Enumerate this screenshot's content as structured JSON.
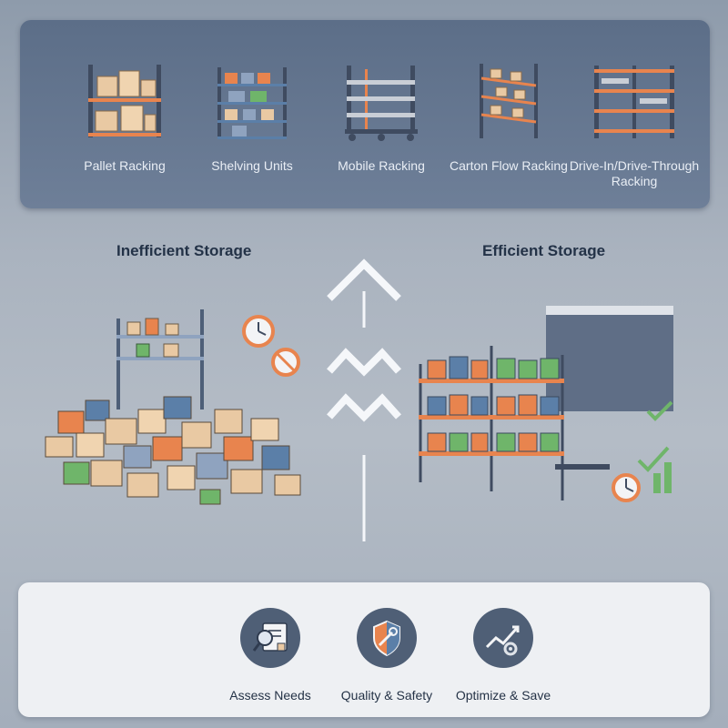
{
  "rack_types": [
    {
      "label": "Pallet Racking",
      "icon": "pallet-racking-icon"
    },
    {
      "label": "Shelving Units",
      "icon": "shelving-units-icon"
    },
    {
      "label": "Mobile Racking",
      "icon": "mobile-racking-icon"
    },
    {
      "label": "Carton Flow Racking",
      "icon": "carton-flow-racking-icon"
    },
    {
      "label": "Drive-In/Drive-Through Racking",
      "icon": "drive-in-racking-icon"
    }
  ],
  "comparison": {
    "left_title": "Inefficient Storage",
    "right_title": "Efficient Storage"
  },
  "features": [
    {
      "label": "Assess Needs",
      "icon": "magnifier-document-icon"
    },
    {
      "label": "Quality & Safety",
      "icon": "shield-wrench-icon"
    },
    {
      "label": "Optimize & Save",
      "icon": "growth-chart-gear-icon"
    }
  ],
  "colors": {
    "accent_orange": "#e8844e",
    "accent_green": "#6fb56a",
    "accent_blue": "#5b7fa8",
    "cardboard": "#e9c9a3",
    "steel": "#4e5f78"
  }
}
